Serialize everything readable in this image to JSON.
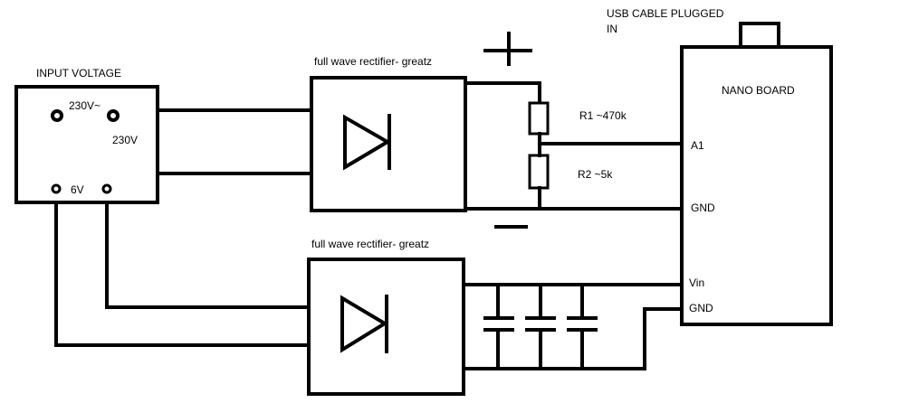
{
  "labels": {
    "input_voltage": "INPUT VOLTAGE",
    "v230_ac": "230V~",
    "v230": "230V",
    "v6": "6V",
    "rectifier_top": "full wave rectifier- greatz",
    "rectifier_bottom": "full wave rectifier- greatz",
    "plus": "+",
    "minus": "−",
    "r1": "R1 ~470k",
    "r2": "R2 ~5k",
    "usb_line1": "USB CABLE PLUGGED",
    "usb_line2": "IN",
    "nano_board": "NANO BOARD",
    "pin_a1": "A1",
    "pin_gnd_top": "GND",
    "pin_vin": "Vin",
    "pin_gnd_bottom": "GND"
  }
}
